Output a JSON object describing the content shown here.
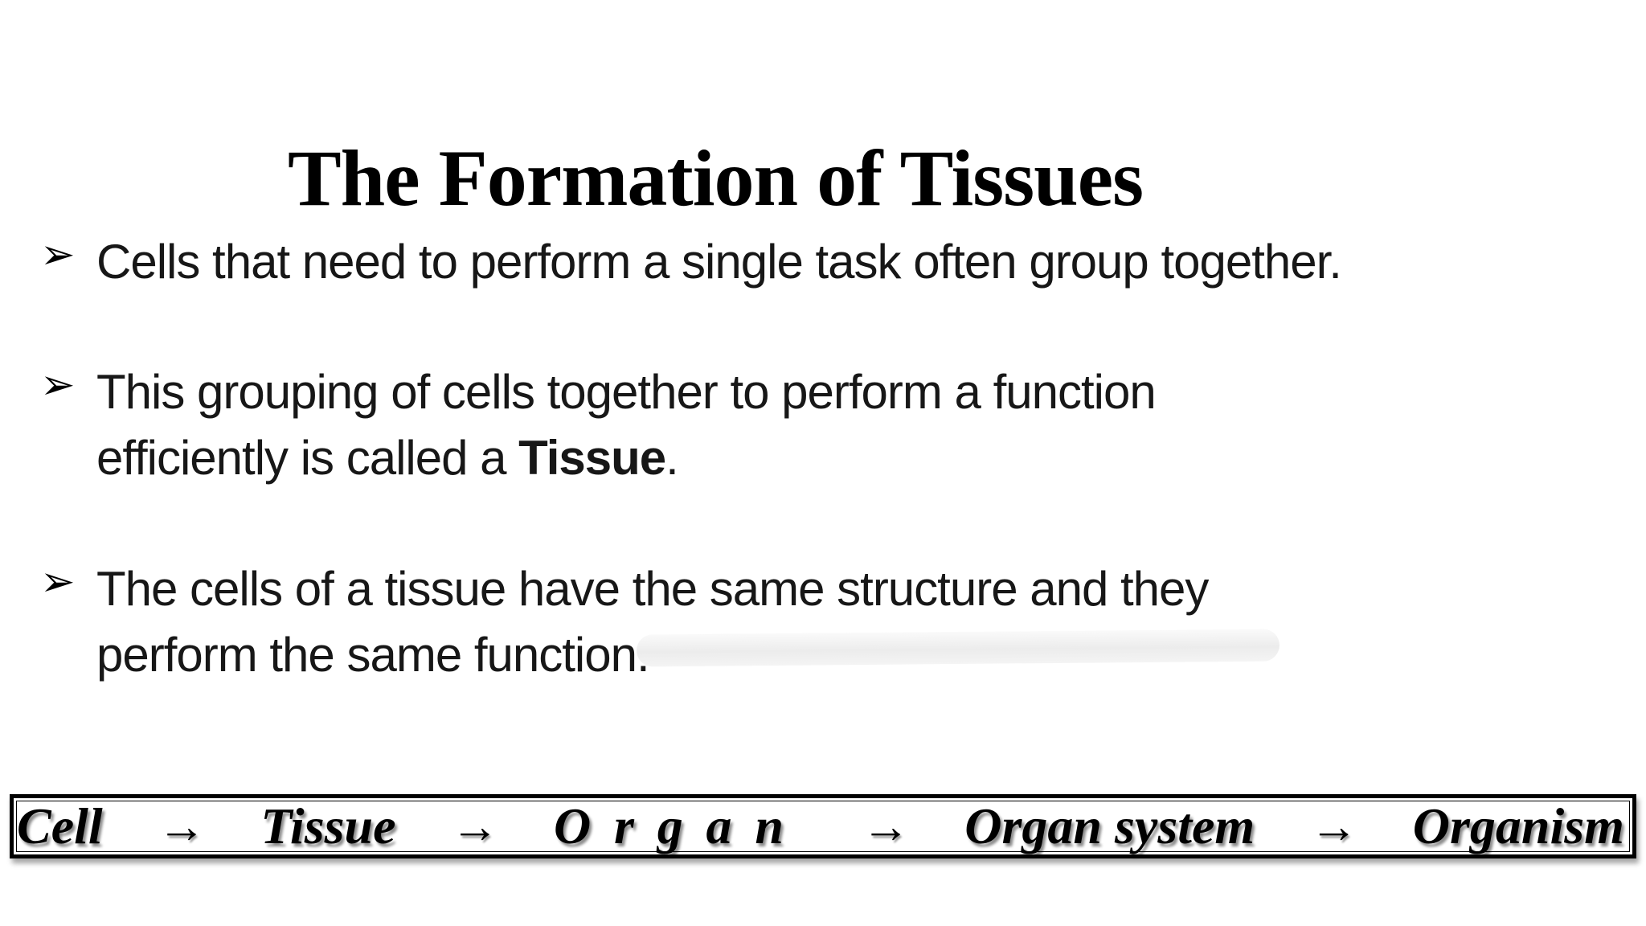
{
  "title": "The Formation of Tissues",
  "bullet_marker": "➢",
  "bullets": [
    {
      "lines": [
        {
          "text": "Cells that need to perform a single task often group together."
        }
      ]
    },
    {
      "lines": [
        {
          "text": "This grouping of cells together to perform a function"
        },
        {
          "pre": "efficiently is called a ",
          "bold": "Tissue",
          "post": "."
        }
      ]
    },
    {
      "lines": [
        {
          "text": "The cells of a tissue have the same structure and they"
        },
        {
          "text": "perform the same function."
        }
      ]
    }
  ],
  "flow": {
    "segments": [
      "Cell",
      "→",
      "Tissue",
      "→",
      "Organ",
      "→",
      "Organ system",
      "→",
      "Organism"
    ]
  },
  "colors": {
    "text": "#171717",
    "title": "#000000",
    "bar_border": "#000000",
    "background": "#ffffff"
  }
}
